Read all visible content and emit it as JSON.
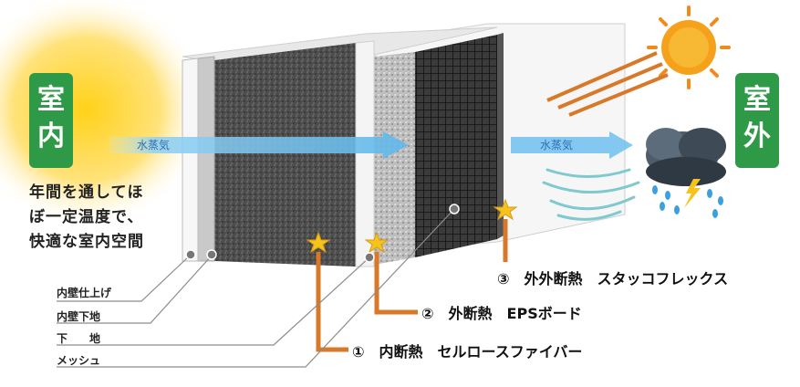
{
  "badges": {
    "indoor": [
      "室",
      "内"
    ],
    "outdoor": [
      "室",
      "外"
    ]
  },
  "vapor": {
    "left": "水蒸気",
    "right": "水蒸気"
  },
  "description": [
    "年間を通してほ",
    "ぼ一定温度で、",
    "快適な室内空間"
  ],
  "layer_labels": [
    "内壁仕上げ",
    "内壁下地",
    "下　　地",
    "メッシュ"
  ],
  "callouts": [
    "①　内断熱　セルロースファイバー",
    "②　外断熱　EPSボード",
    "③　外外断熱　スタッコフレックス"
  ],
  "colors": {
    "badge_green": "#2e9a48",
    "leader_orange": "#d8792a",
    "star_yellow": "#f5c31c",
    "vapor_blue": "#7fc6ee",
    "sun_orange": "#f08a1c"
  },
  "icons": {
    "sun": "sun-icon",
    "cloud": "storm-cloud-icon",
    "wind": "wind-icon",
    "star": "star-icon"
  }
}
